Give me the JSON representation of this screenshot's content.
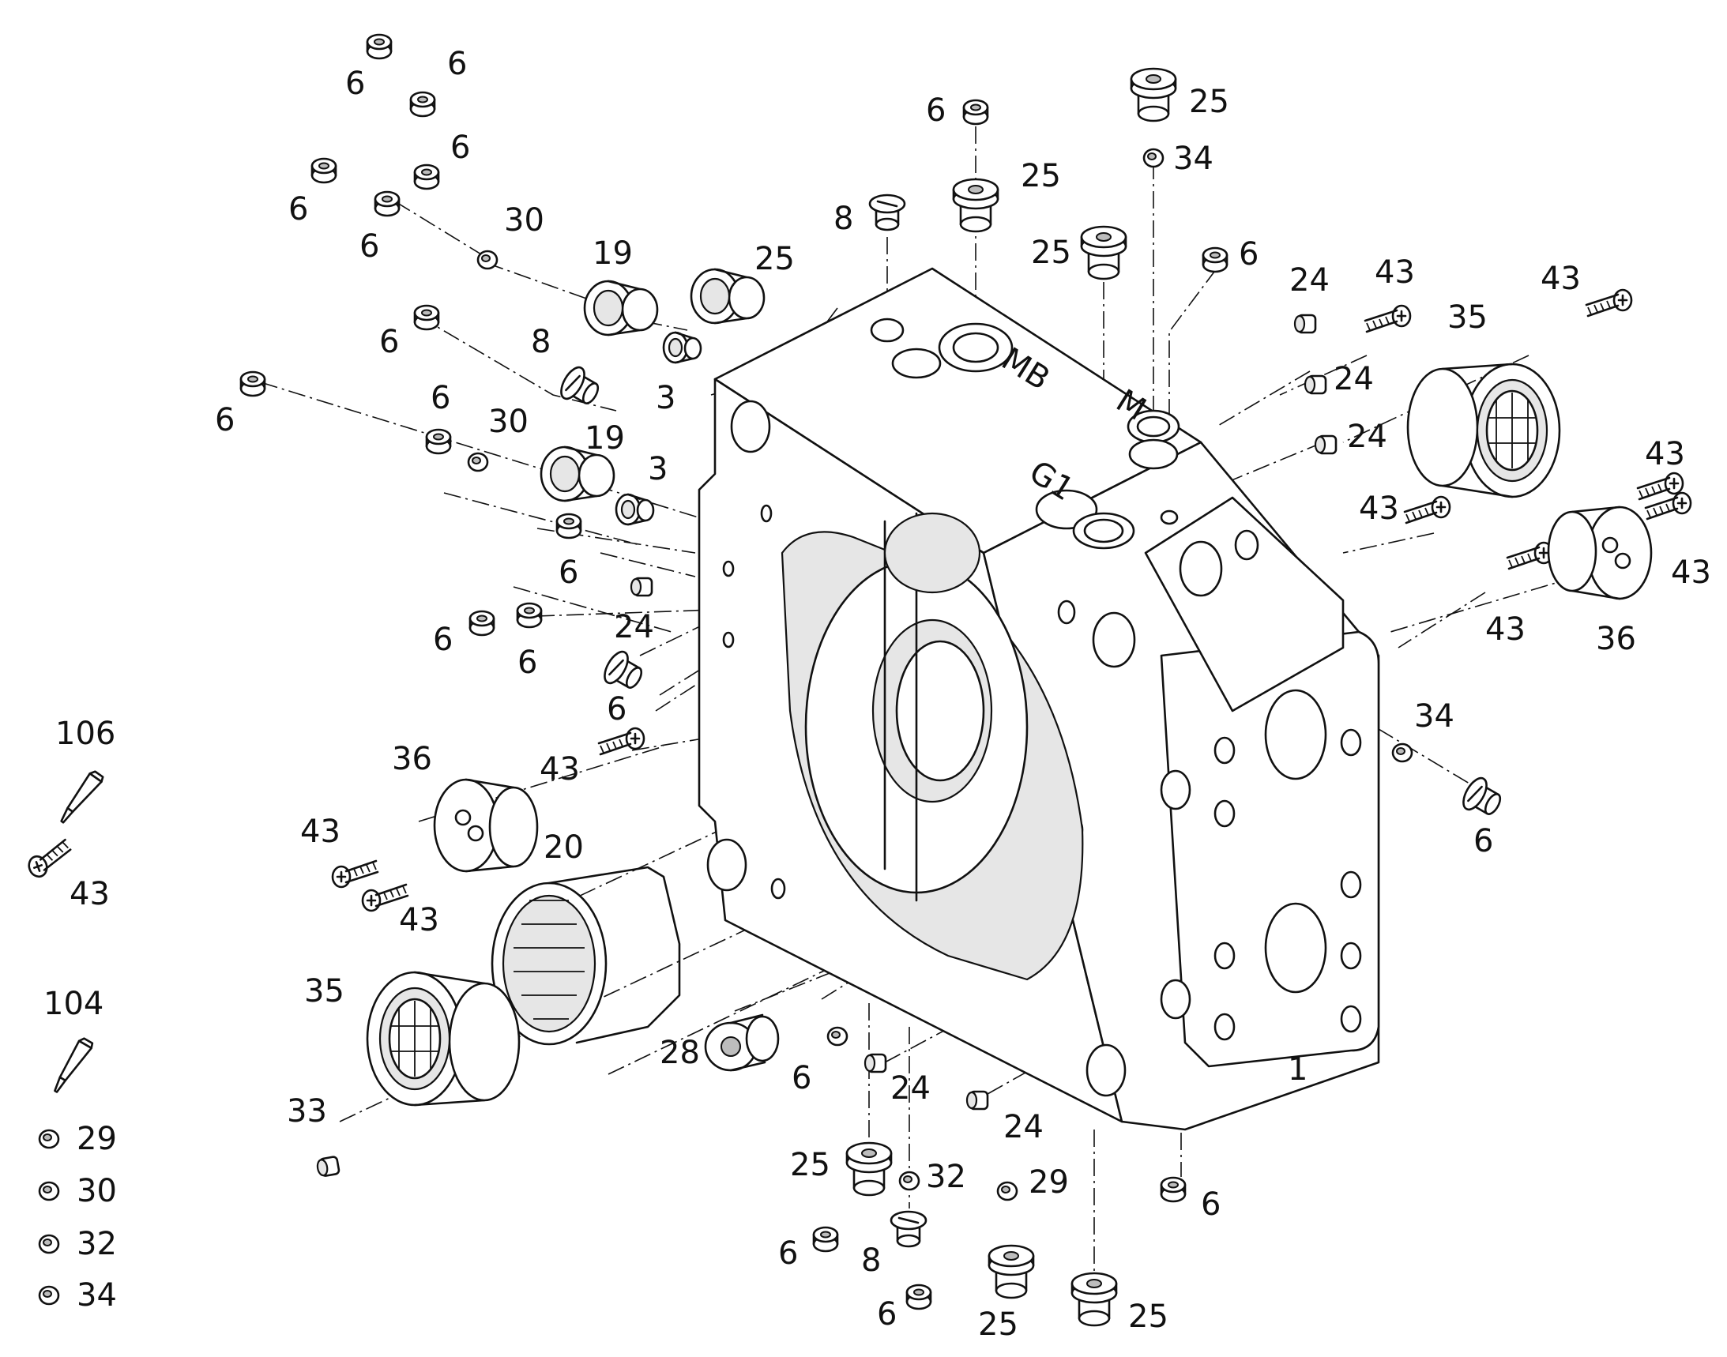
{
  "callouts": [
    {
      "text": "6",
      "icon": "plug-small"
    },
    {
      "text": "6",
      "icon": "plug-small"
    },
    {
      "text": "6",
      "icon": "plug-small"
    },
    {
      "text": "6",
      "icon": "plug-small"
    },
    {
      "text": "6",
      "icon": "plug-small"
    },
    {
      "text": "30",
      "icon": "ball"
    },
    {
      "text": "19",
      "icon": "plug-large"
    },
    {
      "text": "25",
      "icon": "plug-large"
    },
    {
      "text": "6",
      "icon": "plug-small"
    },
    {
      "text": "8",
      "icon": "plug-medium"
    },
    {
      "text": "3",
      "icon": "nut"
    },
    {
      "text": "6",
      "icon": "plug-small"
    },
    {
      "text": "6",
      "icon": "plug-small"
    },
    {
      "text": "30",
      "icon": "ball"
    },
    {
      "text": "19",
      "icon": "plug-large"
    },
    {
      "text": "3",
      "icon": "nut"
    },
    {
      "text": "6",
      "icon": "plug-small"
    },
    {
      "text": "24",
      "icon": "pin"
    },
    {
      "text": "6",
      "icon": "plug-small"
    },
    {
      "text": "6",
      "icon": "plug-small"
    },
    {
      "text": "6",
      "icon": "plug-small"
    },
    {
      "text": "6",
      "icon": "plug-small"
    },
    {
      "text": "25",
      "icon": "plug-large"
    },
    {
      "text": "8",
      "icon": "plug-medium"
    },
    {
      "text": "25",
      "icon": "plug-large"
    },
    {
      "text": "34",
      "icon": "ball"
    },
    {
      "text": "25",
      "icon": "plug-large"
    },
    {
      "text": "6",
      "icon": "plug-small"
    },
    {
      "text": "24",
      "icon": "pin"
    },
    {
      "text": "43",
      "icon": "screw"
    },
    {
      "text": "24",
      "icon": "pin"
    },
    {
      "text": "24",
      "icon": "pin"
    },
    {
      "text": "35",
      "icon": "bearing"
    },
    {
      "text": "43",
      "icon": "screw"
    },
    {
      "text": "43",
      "icon": "screw"
    },
    {
      "text": "43",
      "icon": "screw"
    },
    {
      "text": "43",
      "icon": "screw"
    },
    {
      "text": "43",
      "icon": "screw"
    },
    {
      "text": "36",
      "icon": "cover"
    },
    {
      "text": "34",
      "icon": "ball"
    },
    {
      "text": "6",
      "icon": "plug-small"
    },
    {
      "text": "106",
      "icon": "tube"
    },
    {
      "text": "43",
      "icon": "screw"
    },
    {
      "text": "36",
      "icon": "cover"
    },
    {
      "text": "43",
      "icon": "screw"
    },
    {
      "text": "43",
      "icon": "screw"
    },
    {
      "text": "43",
      "icon": "screw"
    },
    {
      "text": "20",
      "icon": "needle-sleeve"
    },
    {
      "text": "35",
      "icon": "bearing"
    },
    {
      "text": "104",
      "icon": "tube"
    },
    {
      "text": "33",
      "icon": "pin"
    },
    {
      "text": "28",
      "icon": "plug-large"
    },
    {
      "text": "6",
      "icon": "plug-small"
    },
    {
      "text": "24",
      "icon": "pin"
    },
    {
      "text": "24",
      "icon": "pin"
    },
    {
      "text": "1",
      "icon": "housing"
    },
    {
      "text": "25",
      "icon": "plug-large"
    },
    {
      "text": "32",
      "icon": "ball"
    },
    {
      "text": "29",
      "icon": "ball"
    },
    {
      "text": "6",
      "icon": "plug-small"
    },
    {
      "text": "8",
      "icon": "plug-medium"
    },
    {
      "text": "6",
      "icon": "plug-small"
    },
    {
      "text": "25",
      "icon": "plug-large"
    },
    {
      "text": "25",
      "icon": "plug-large"
    },
    {
      "text": "6",
      "icon": "plug-small"
    }
  ],
  "legend": [
    {
      "text": "29",
      "icon": "ball"
    },
    {
      "text": "30",
      "icon": "ball"
    },
    {
      "text": "32",
      "icon": "ball"
    },
    {
      "text": "34",
      "icon": "ball"
    }
  ],
  "housing_marks": [
    "MB",
    "M",
    "G1"
  ]
}
